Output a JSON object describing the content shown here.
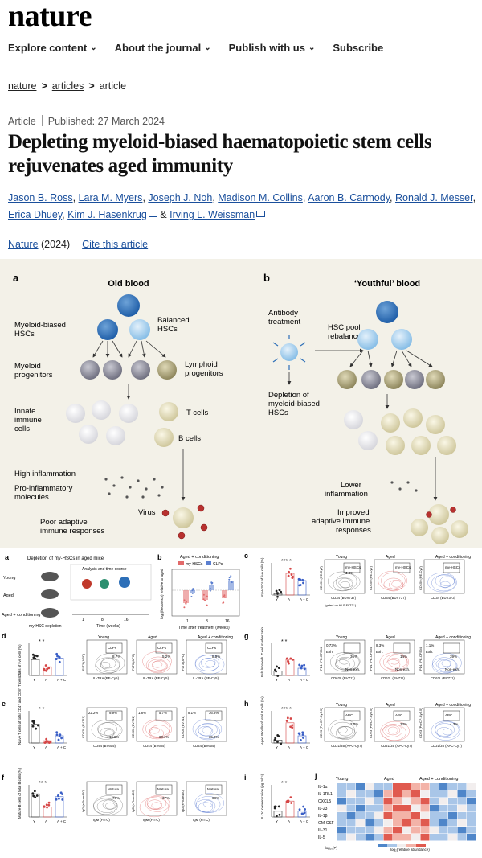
{
  "header": {
    "logo": "nature"
  },
  "nav": {
    "items": [
      {
        "label": "Explore content",
        "chevron": "chevron-down-icon"
      },
      {
        "label": "About the journal",
        "chevron": "chevron-down-icon"
      },
      {
        "label": "Publish with us",
        "chevron": "chevron-down-icon"
      },
      {
        "label": "Subscribe"
      }
    ]
  },
  "breadcrumb": {
    "items": [
      "nature",
      "articles",
      "article"
    ],
    "separator": ">"
  },
  "article": {
    "type": "Article",
    "published": "Published: 27 March 2024",
    "title": "Depleting myeloid-biased haematopoietic stem cells rejuvenates aged immunity",
    "authors": [
      "Jason B. Ross",
      "Lara M. Myers",
      "Joseph J. Noh",
      "Madison M. Collins",
      "Aaron B. Carmody",
      "Ronald J. Messer",
      "Erica Dhuey",
      "Kim J. Hasenkrug",
      "Irving L. Weissman"
    ],
    "author_and": "&",
    "journal": "Nature",
    "year": "(2024)",
    "cite": "Cite this article"
  },
  "figure1": {
    "panel_a": "a",
    "panel_b": "b",
    "old_title": "Old blood",
    "young_title": "‘Youthful’ blood",
    "labels": {
      "myeloid_hsc": [
        "Myeloid-biased",
        "HSCs"
      ],
      "balanced_hsc": [
        "Balanced",
        "HSCs"
      ],
      "myeloid_prog": [
        "Myeloid",
        "progenitors"
      ],
      "lymphoid_prog": [
        "Lymphoid",
        "progenitors"
      ],
      "innate": [
        "Innate",
        "immune",
        "cells"
      ],
      "tcells": "T cells",
      "bcells": "B cells",
      "high_infl": "High inflammation",
      "proinfl": [
        "Pro-inflammatory",
        "molecules"
      ],
      "poor": [
        "Poor adaptive",
        "immune responses"
      ],
      "virus": "Virus",
      "antibody": [
        "Antibody",
        "treatment"
      ],
      "rebalanced": [
        "HSC pool",
        "rebalanced"
      ],
      "depletion": [
        "Depletion of",
        "myeloid-biased",
        "HSCs"
      ],
      "lower": [
        "Lower",
        "inflammation"
      ],
      "improved": [
        "Improved",
        "adaptive immune",
        "responses"
      ]
    },
    "colors": {
      "blue": "#2d6fb8",
      "lightblue": "#9fc8ea",
      "grey": "#8f8f9b",
      "olive": "#b7ae82",
      "red": "#b8312f",
      "bg": "#f3f1e8"
    }
  },
  "figure2": {
    "panels": [
      "a",
      "b",
      "c",
      "d",
      "e",
      "f",
      "g",
      "h",
      "i",
      "j"
    ],
    "a": {
      "title": "Depletion of my-HSCs in aged mice",
      "groups": [
        "Young",
        "Aged",
        "Aged + conditioning"
      ],
      "timeline_title": "Analysis and time course",
      "ticks": [
        "1",
        "8",
        "16"
      ],
      "xlabel": "Time (weeks)",
      "depletion": "my-HSC depletion"
    },
    "b": {
      "title": "Aged + conditioning",
      "legend": [
        "my-HSCs",
        "CLPs"
      ],
      "ylabel": "log₂(frequency) relative to aged",
      "xlabel": "Time after treatment (weeks)",
      "ticks": [
        "1",
        "8",
        "16"
      ]
    },
    "groups_xy": [
      "Y",
      "A",
      "A + C"
    ],
    "flow_headers": [
      "Young",
      "Aged",
      "Aged + conditioning"
    ],
    "c": {
      "ylabel": "my-HSCs of live cells (%)",
      "gate": "my-HSCs",
      "pct": "4.8%",
      "xlabel": [
        "CD34 (BUV737)",
        "CD34 (BUV737)",
        "CD34 (BUV373)"
      ],
      "ylabel_flow": "CD150 (PE-Cy7)",
      "note": "(gated on KLS FLT3⁻)"
    },
    "d": {
      "ylabel": "CLPs of live cells (%)",
      "gate": "CLPs",
      "pcts": [
        "8.7%",
        "5.2%",
        "8.9%"
      ],
      "xlabel": "IL-7RA (PE-Cy5)",
      "ylabel_flow": "FLT3 (APC)"
    },
    "e": {
      "ylabel": "Naive T cells of total CD4⁺ and CD8⁺ T cells (%)",
      "naive": [
        "22.2%",
        "1.8%",
        "8.1%"
      ],
      "cm": [
        "9.9%",
        "5.7%",
        "36.8%"
      ],
      "em": [
        "14.8%",
        "68.1%",
        "35.0%"
      ],
      "xlabel": "CD44 (BV605)",
      "ylabel_flow": "CD62L (BV711)"
    },
    "f": {
      "ylabel": "Mature B cells of total B cells (%)",
      "gate": "Mature",
      "pcts": [
        "70%",
        "37%",
        "68%"
      ],
      "xlabel": "IgM (FITC)",
      "ylabel_flow": "IgD (eFluor450)"
    },
    "g": {
      "ylabel": "Exh./non-exh. T cell marker ratio",
      "exh": [
        "0.73%",
        "8.3%",
        "1.1%"
      ],
      "nonexh": [
        "36%",
        "14%",
        "39%"
      ],
      "xlabel": "CD62L (BV711)",
      "ylabel_flow": "PD1 (PE-CF594)",
      "exh_label": "Exh.",
      "nonexh_label": "Non-exh."
    },
    "h": {
      "ylabel": "Aged B cells of total B cells (%)",
      "pcts": [
        "2.0%",
        "33%",
        "4.3%"
      ],
      "gate": "ABC",
      "xlabel": "CD21/35 (APC-Cy7)",
      "ylabel_flow": "CD23 (PerCP-Cy5.5)"
    },
    "i": {
      "ylabel": "IL-1α concentration (pg ml⁻¹)"
    },
    "j": {
      "headers": [
        "Young",
        "Aged",
        "Aged + conditioning"
      ],
      "rows": [
        "IL-1α",
        "IL-1RL1",
        "CXCL5",
        "IL-23",
        "IL-1β",
        "GM-CSF",
        "IL-31",
        "IL-5"
      ],
      "legend": "log₂(relative abundance)",
      "pvalue": "−log₁₀(P)",
      "scale": [
        "−2",
        "−1",
        "0",
        "1",
        "2",
        "3"
      ]
    },
    "stars": {
      "c": "*** *",
      "d": "* *",
      "e": "* *",
      "f": "** *",
      "g": "* *",
      "h": "*** *",
      "i": "* *"
    }
  }
}
